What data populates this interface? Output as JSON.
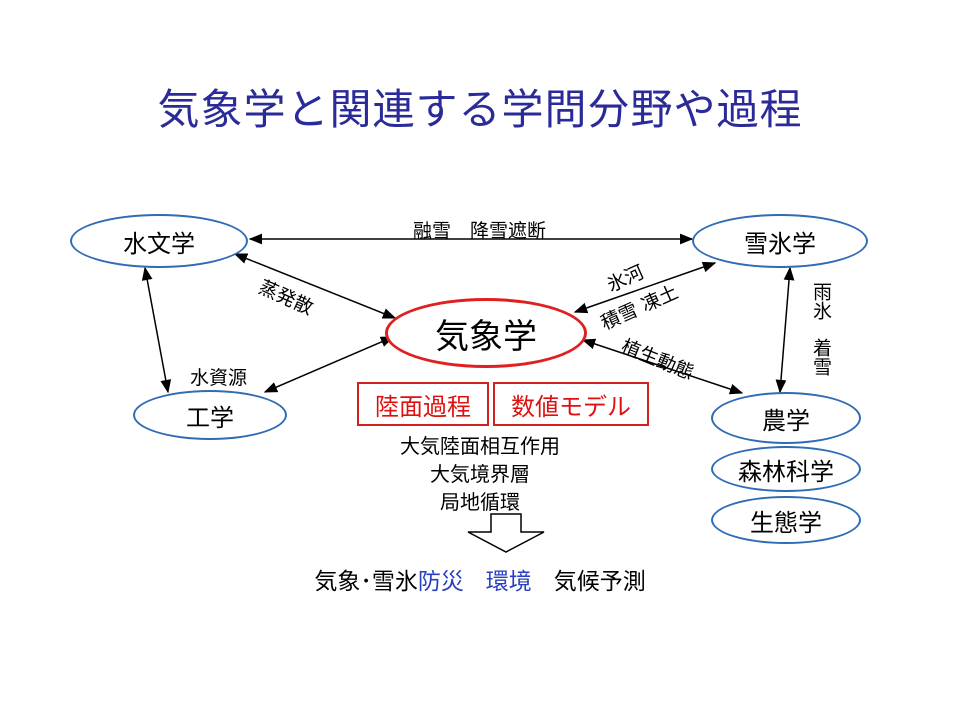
{
  "title": "気象学と関連する学問分野や過程",
  "nodes": {
    "hydrology": "水文学",
    "snow_ice": "雪氷学",
    "meteorology": "気象学",
    "engineering": "工学",
    "agriculture": "農学",
    "forestry": "森林科学",
    "ecology": "生態学"
  },
  "labels": {
    "hydro_snow": "融雪　降雪遮断",
    "evapotranspiration": "蒸発散",
    "water_resources": "水資源",
    "glacier": "氷河",
    "snow_frozen": "積雪 凍土",
    "vegetation": "植生動態",
    "rain_ice": "雨氷",
    "frost": "着雪"
  },
  "boxes": {
    "land_process": "陸面過程",
    "numerical_model": "数値モデル"
  },
  "topics": [
    "大気陸面相互作用",
    "大気境界層",
    "局地循環"
  ],
  "applications": {
    "part1": "気象･雪氷",
    "part2": "防災",
    "part3": "環境",
    "part4": "気候予測"
  },
  "colors": {
    "title": "#2a2a99",
    "node_border": "#2e6cb5",
    "center_border": "#e02020",
    "highlight_text": "#2a3fc0"
  }
}
